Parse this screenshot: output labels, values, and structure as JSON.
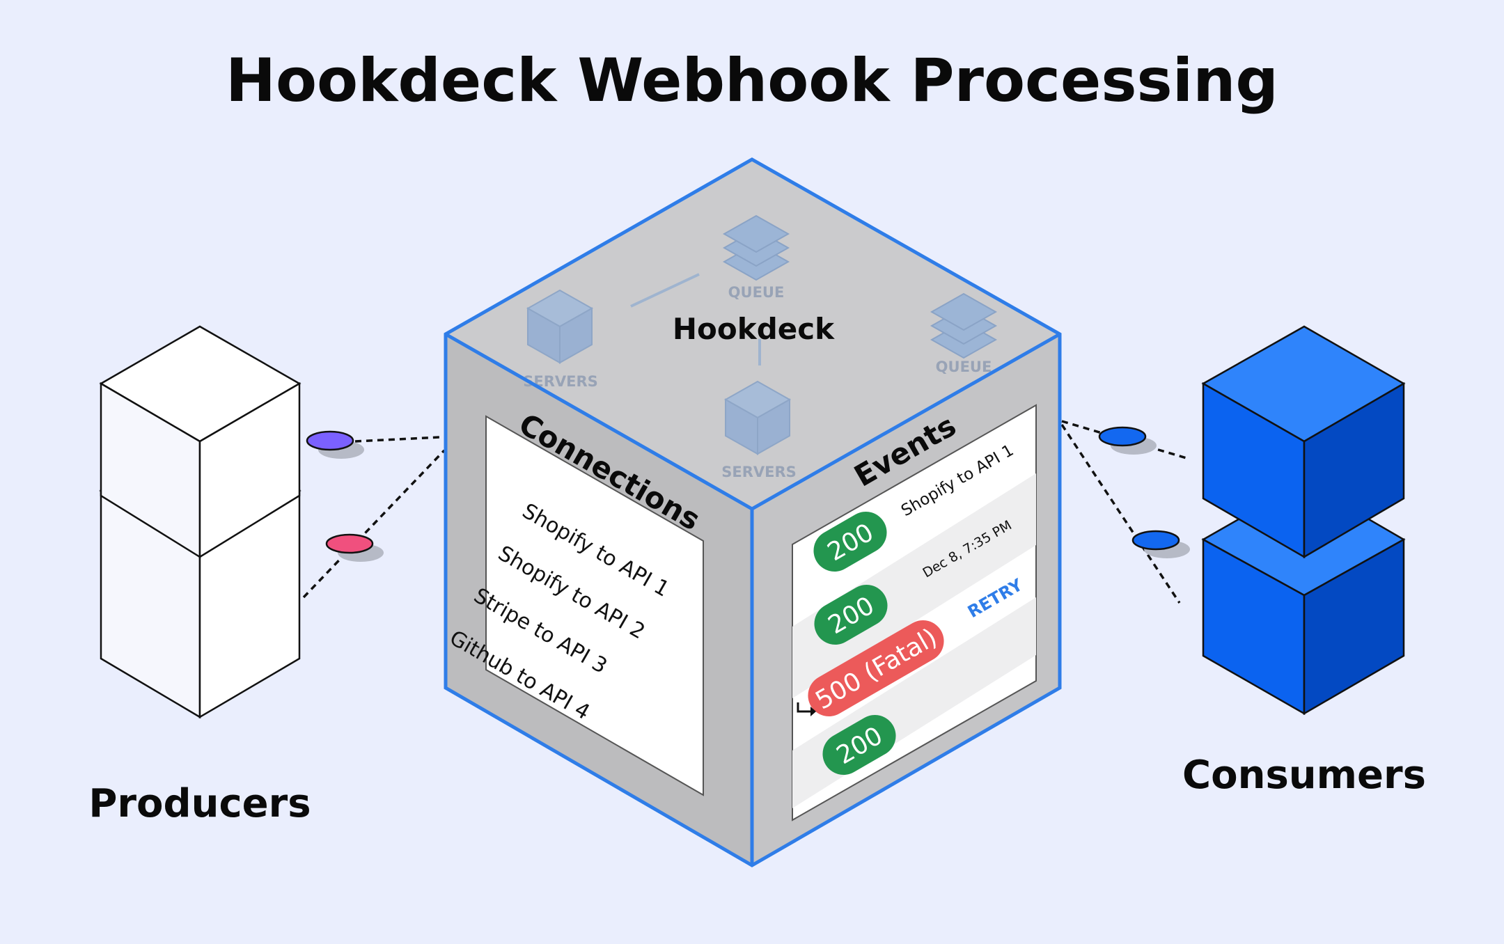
{
  "title": "Hookdeck Webhook Processing",
  "producers_label": "Producers",
  "consumers_label": "Consumers",
  "hub": {
    "name": "Hookdeck",
    "top_nodes": [
      "QUEUE",
      "SERVERS",
      "QUEUE",
      "SERVERS"
    ]
  },
  "connections_panel": {
    "title": "Connections",
    "items": [
      "Shopify to API 1",
      "Shopify to API 2",
      "Stripe to API 3",
      "Github to API 4"
    ]
  },
  "events_panel": {
    "title": "Events",
    "connection_name": "Shopify to API 1",
    "timestamp": "Dec 8, 7:35 PM",
    "retry_label": "RETRY",
    "statuses": [
      "200",
      "200",
      "500 (Fatal)",
      "200"
    ]
  },
  "colors": {
    "background": "#eaeefd",
    "accent_blue": "#2f7de8",
    "consumer_blue": "#1368f0",
    "success_green": "#23964f",
    "error_red": "#ec5a5a",
    "producer_dot_1": "#7b61ff",
    "producer_dot_2": "#f0507e",
    "consumer_dot": "#1368f0"
  }
}
